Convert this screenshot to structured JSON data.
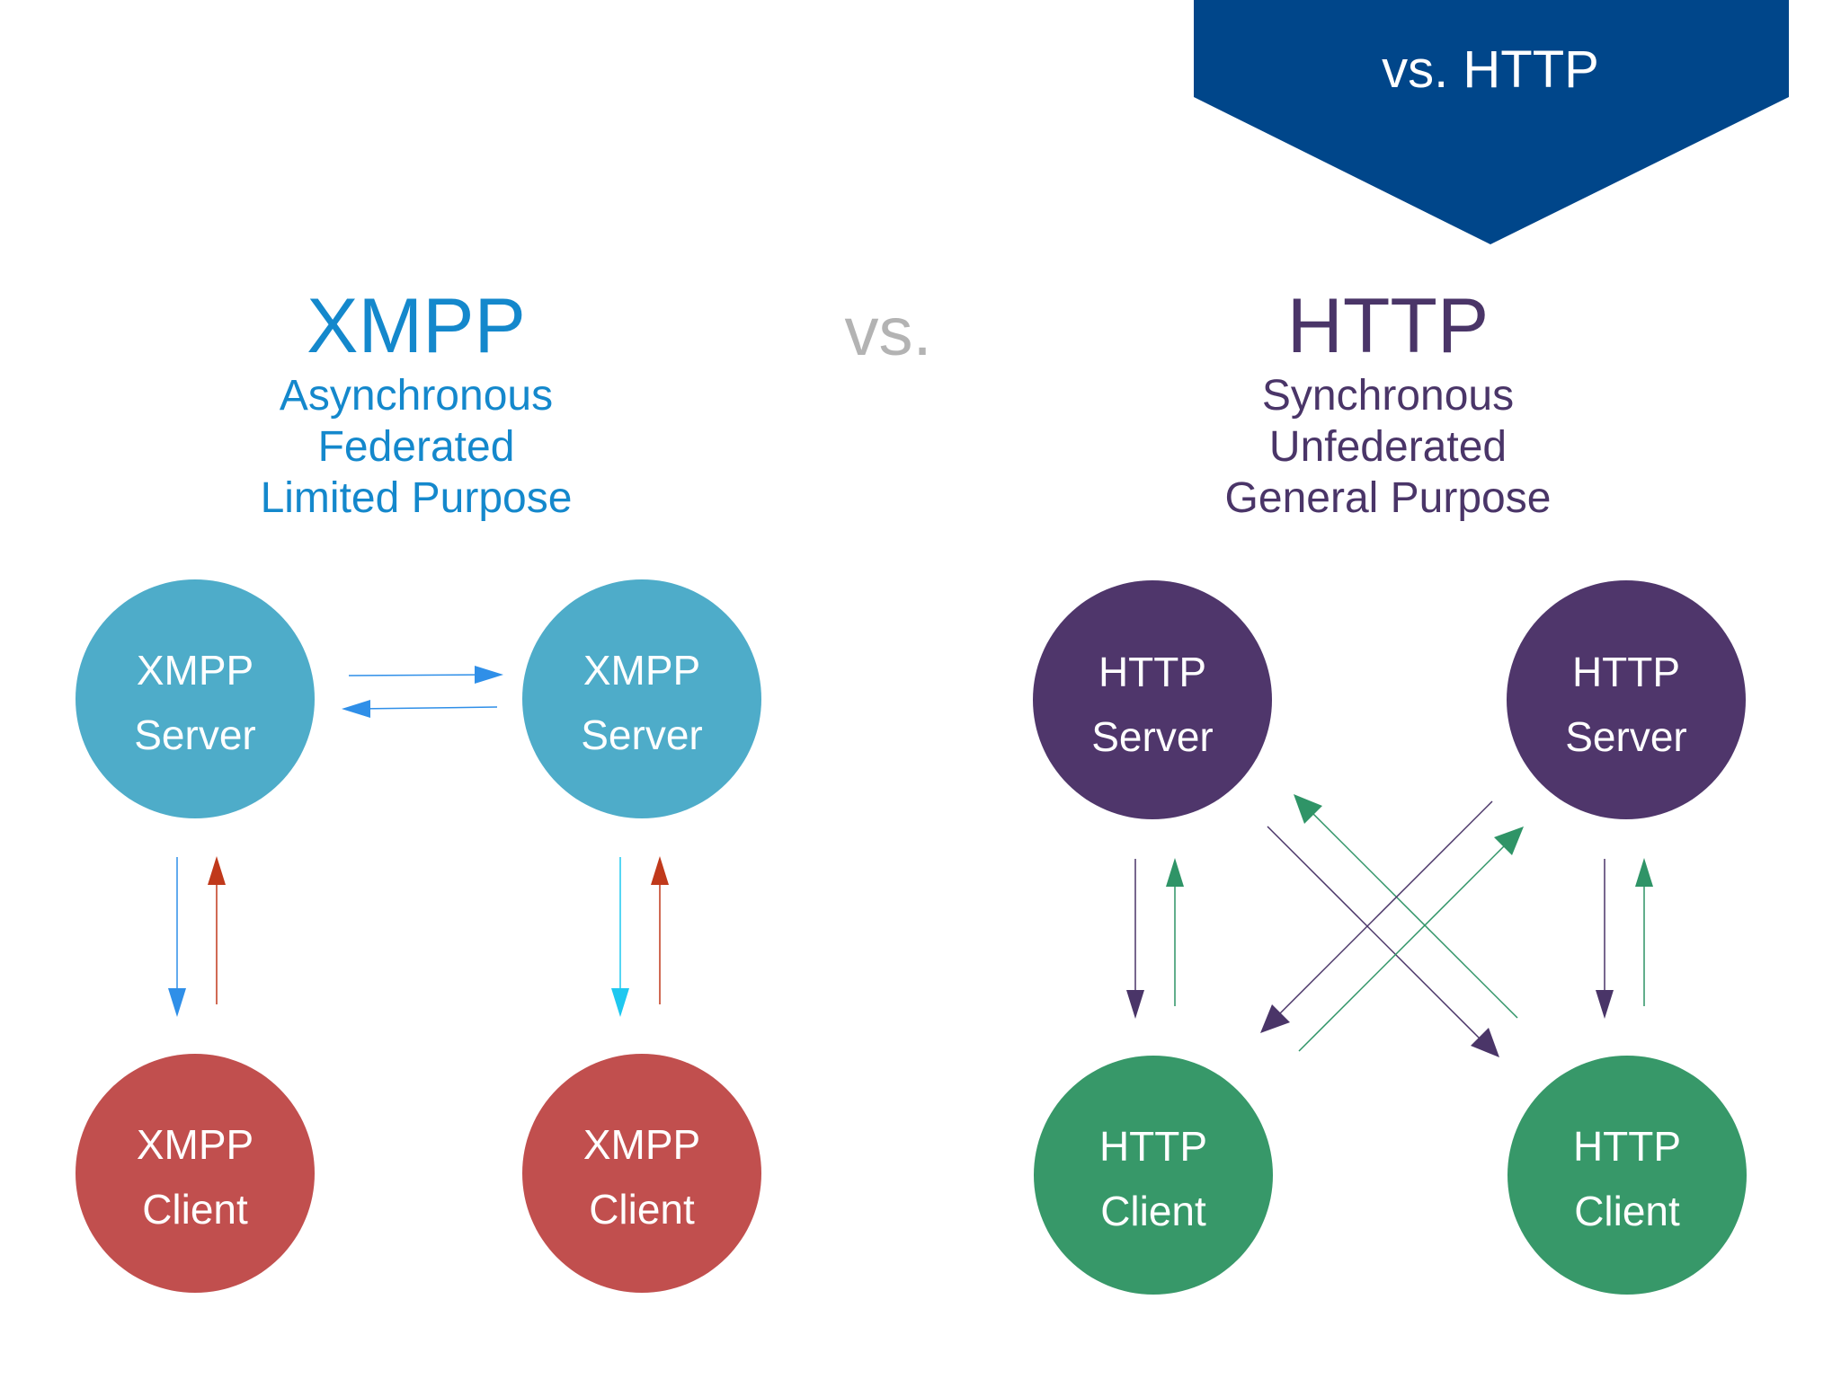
{
  "banner": {
    "label": "vs. HTTP",
    "color": "#00468a"
  },
  "vs_label": "vs.",
  "xmpp": {
    "title": "XMPP",
    "lines": [
      "Asynchronous",
      "Federated",
      "Limited Purpose"
    ],
    "color": "#1488cc",
    "nodes": {
      "server_left": {
        "line1": "XMPP",
        "line2": "Server"
      },
      "server_right": {
        "line1": "XMPP",
        "line2": "Server"
      },
      "client_left": {
        "line1": "XMPP",
        "line2": "Client"
      },
      "client_right": {
        "line1": "XMPP",
        "line2": "Client"
      }
    },
    "server_color": "#4eacc9",
    "client_color": "#c14f4e"
  },
  "http": {
    "title": "HTTP",
    "lines": [
      "Synchronous",
      "Unfederated",
      "General Purpose"
    ],
    "color": "#4a3568",
    "nodes": {
      "server_left": {
        "line1": "HTTP",
        "line2": "Server"
      },
      "server_right": {
        "line1": "HTTP",
        "line2": "Server"
      },
      "client_left": {
        "line1": "HTTP",
        "line2": "Client"
      },
      "client_right": {
        "line1": "HTTP",
        "line2": "Client"
      }
    },
    "server_color": "#4f366b",
    "client_color": "#379869"
  },
  "arrow_colors": {
    "blue": "#2f8fe8",
    "cyan": "#1ec8f0",
    "red": "#c0391b",
    "purple": "#4a3568",
    "green": "#2f9467"
  }
}
